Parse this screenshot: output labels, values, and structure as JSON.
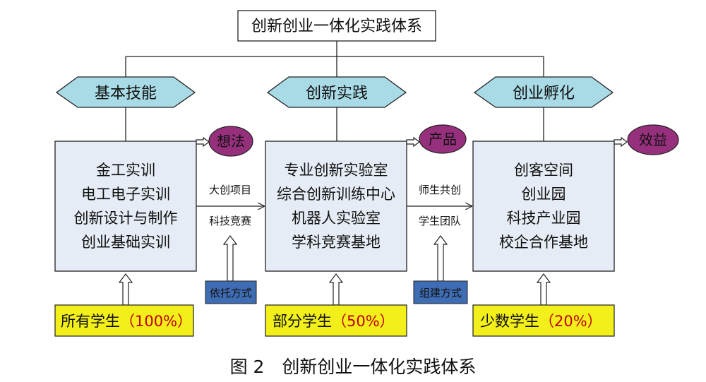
{
  "title": "创新创业一体化实践体系",
  "hexagons": [
    "基本技能",
    "创新实践",
    "创业孵化"
  ],
  "columns": [
    {
      "items": [
        "金工实训",
        "电工电子实训",
        "创新设计与制作",
        "创业基础实训"
      ]
    },
    {
      "items": [
        "专业创新实验室",
        "综合创新训练中心",
        "机器人实验室",
        "学科竞赛基地"
      ]
    },
    {
      "items": [
        "创客空间",
        "创业园",
        "科技产业园",
        "校企合作基地"
      ]
    }
  ],
  "outcomes": [
    "想法",
    "产品",
    "效益"
  ],
  "arrow_labels": [
    {
      "top": "大创项目",
      "bottom": "科技竞赛"
    },
    {
      "top": "师生共创",
      "bottom": "学生团队"
    }
  ],
  "methods": [
    "依托方式",
    "组建方式"
  ],
  "students": [
    {
      "label": "所有学生",
      "pct": "（100%）"
    },
    {
      "label": "部分学生",
      "pct": "（50%）"
    },
    {
      "label": "少数学生",
      "pct": "（20%）"
    }
  ],
  "caption": "图 2　创新创业一体化实践体系",
  "colors": {
    "hexagon_fill": "#a9dbe6",
    "column_fill": "#e6ecf5",
    "oval_fill": "#96307c",
    "method_fill": "#3f6db4",
    "student_fill": "#f2ef1b",
    "percent_text": "#c00000"
  }
}
